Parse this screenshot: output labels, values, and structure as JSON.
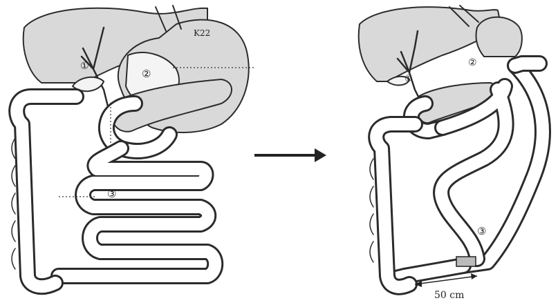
{
  "panels": {
    "before": {
      "labels": {
        "l1": "①",
        "l2": "②",
        "l3": "③"
      },
      "tumor_tag": "K22"
    },
    "after": {
      "labels": {
        "l1": "①",
        "l2": "②",
        "l3": "③"
      },
      "limb_length": "50 cm"
    }
  },
  "transition_arrow": "right-arrow"
}
